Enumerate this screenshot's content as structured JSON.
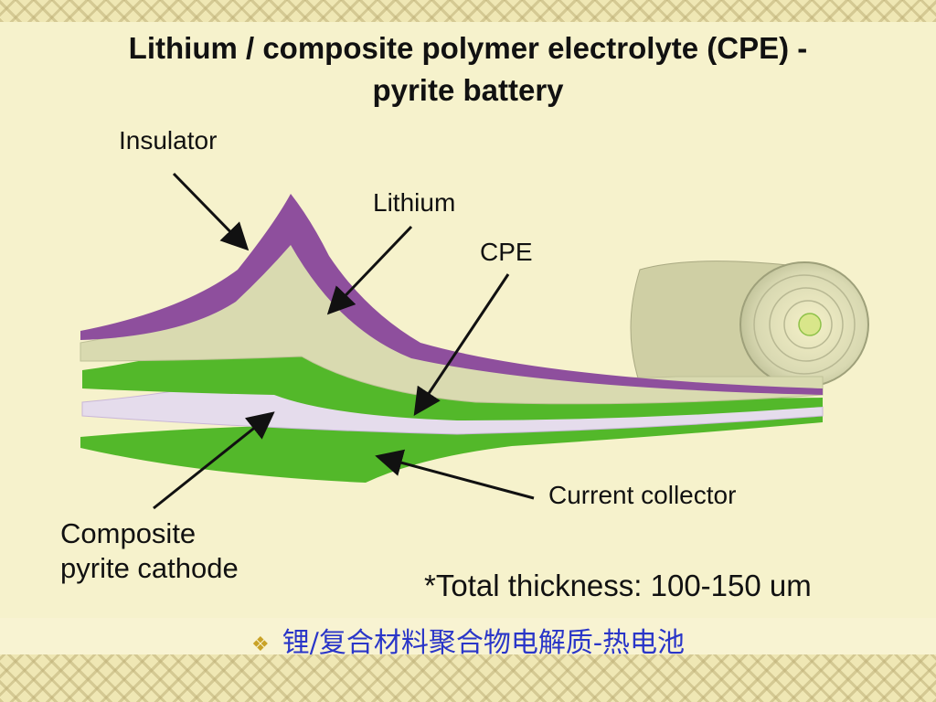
{
  "title": {
    "line1": "Lithium / composite polymer electrolyte (CPE) -",
    "line2": "pyrite battery"
  },
  "labels": {
    "insulator": "Insulator",
    "lithium": "Lithium",
    "cpe": "CPE",
    "current_collector": "Current collector",
    "cathode_line1": "Composite",
    "cathode_line2": "pyrite cathode",
    "thickness_note": "*Total thickness: 100-150 um"
  },
  "bullet": {
    "text": "锂/复合材料聚合物电解质-热电池",
    "icon": "diamond-bullet-icon"
  },
  "colors": {
    "insulator": "#8e4f9d",
    "lithium": "#d9dab0",
    "cpe": "#53b82a",
    "cathode": "#e5dcec",
    "text_blue": "#2a36c8"
  }
}
